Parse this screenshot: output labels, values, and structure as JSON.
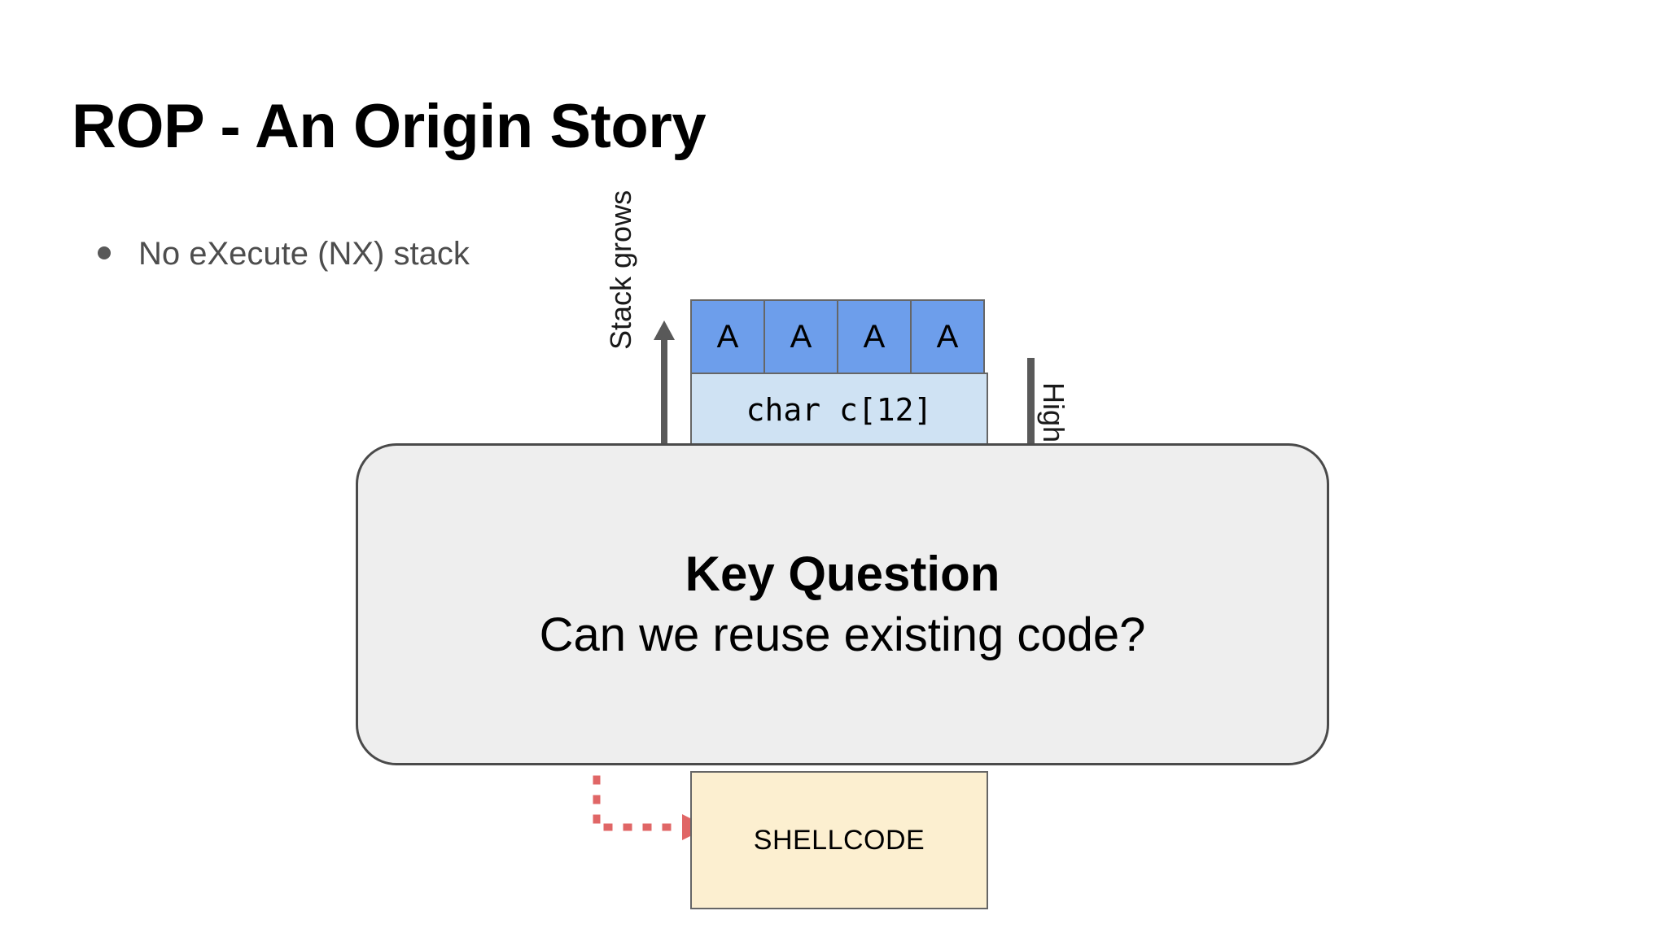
{
  "slide": {
    "title": "ROP - An Origin Story",
    "bullets": [
      {
        "marker": "bullet-dot",
        "text": "No eXecute (NX) stack"
      }
    ]
  },
  "diagram": {
    "name": "stack-overflow-diagram",
    "growth_label": "Stack grows",
    "address_label": "Higher addresses",
    "overflow_cells": [
      "A",
      "A",
      "A",
      "A"
    ],
    "buffer_label": "char c[12]",
    "shellcode_label": "SHELLCODE",
    "colors": {
      "overflow_fill": "#6d9eeb",
      "buffer_fill": "#cfe2f3",
      "shellcode_fill": "#fcefd0",
      "cell_border": "#666666",
      "arrow_gray": "#595959",
      "arrow_red": "#e06666"
    }
  },
  "modal": {
    "heading": "Key Question",
    "body": "Can we reuse existing code?",
    "background": "#eeeeee",
    "border_color": "#4a4a4a"
  }
}
